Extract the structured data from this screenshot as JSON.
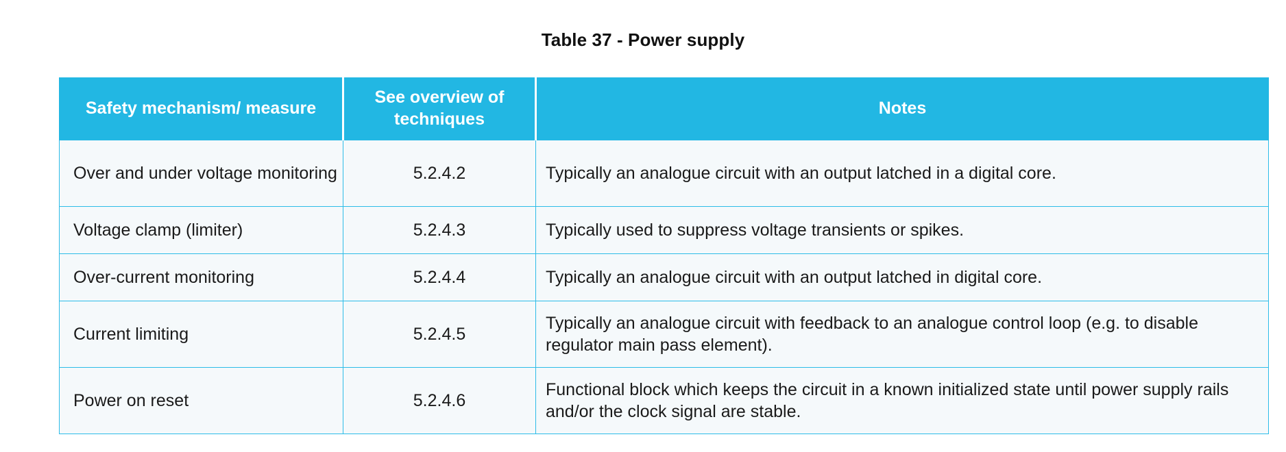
{
  "title": "Table 37 - Power supply",
  "colors": {
    "header_bg": "#22b7e3",
    "header_text": "#ffffff",
    "cell_bg": "#f5f9fb",
    "border": "#2cbce8",
    "body_text": "#1a1a1a"
  },
  "table": {
    "columns": [
      {
        "key": "mechanism",
        "label": "Safety mechanism/ measure"
      },
      {
        "key": "reference",
        "label": "See overview of techniques"
      },
      {
        "key": "notes",
        "label": "Notes"
      }
    ],
    "rows": [
      {
        "mechanism": "Over and under voltage monitoring",
        "reference": "5.2.4.2",
        "notes": "Typically an analogue circuit with an output latched in a digital core."
      },
      {
        "mechanism": "Voltage clamp (limiter)",
        "reference": "5.2.4.3",
        "notes": "Typically used to suppress voltage transients or spikes."
      },
      {
        "mechanism": "Over-current monitoring",
        "reference": "5.2.4.4",
        "notes": "Typically an analogue circuit with an output latched in digital core."
      },
      {
        "mechanism": "Current limiting",
        "reference": "5.2.4.5",
        "notes": "Typically an analogue circuit with feedback to an analogue control loop (e.g. to disable regulator main pass element)."
      },
      {
        "mechanism": "Power on reset",
        "reference": "5.2.4.6",
        "notes": "Functional block which keeps the circuit in a known initialized state until power supply rails and/or the clock signal are stable."
      }
    ]
  }
}
